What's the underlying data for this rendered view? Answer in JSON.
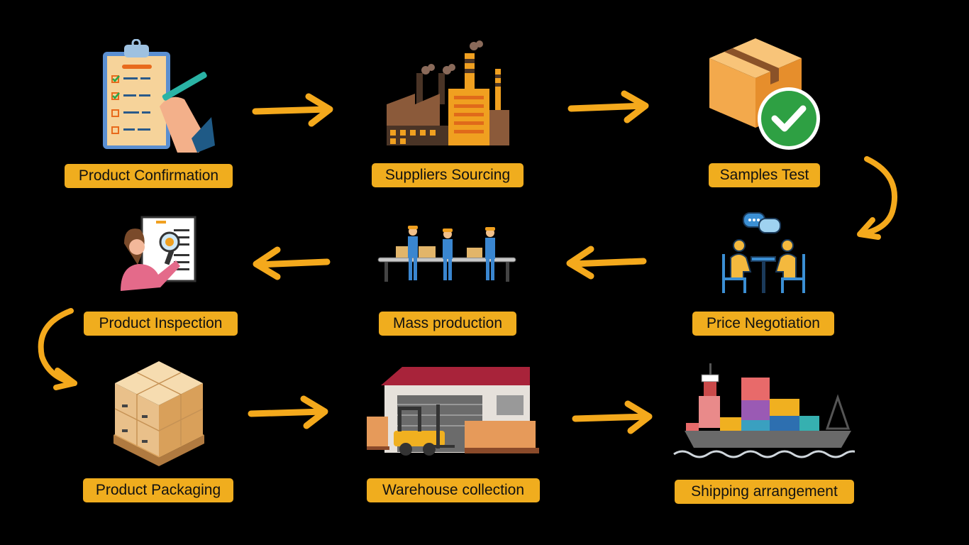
{
  "colors": {
    "background": "#000000",
    "label_bg": "#f0ad1e",
    "arrow": "#f4a91c"
  },
  "steps": [
    {
      "label": "Product Confirmation",
      "icon": "clipboard-checklist-icon"
    },
    {
      "label": "Suppliers Sourcing",
      "icon": "factory-icon"
    },
    {
      "label": "Samples Test",
      "icon": "box-checkmark-icon"
    },
    {
      "label": "Price Negotiation",
      "icon": "meeting-table-icon"
    },
    {
      "label": "Mass production",
      "icon": "assembly-line-icon"
    },
    {
      "label": "Product Inspection",
      "icon": "inspector-magnifier-icon"
    },
    {
      "label": "Product Packaging",
      "icon": "pallet-boxes-icon"
    },
    {
      "label": "Warehouse collection",
      "icon": "warehouse-forklift-icon"
    },
    {
      "label": "Shipping arrangement",
      "icon": "cargo-ship-icon"
    }
  ]
}
